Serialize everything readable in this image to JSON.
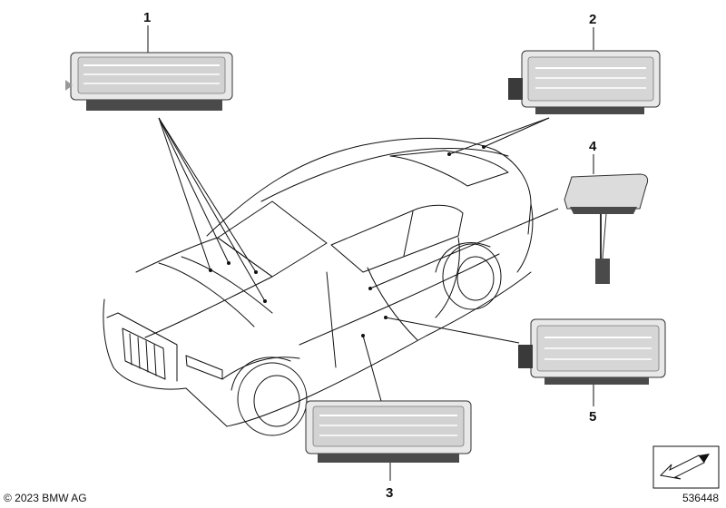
{
  "callouts": [
    "1",
    "2",
    "3",
    "4",
    "5"
  ],
  "copyright": "© 2023 BMW AG",
  "reference_number": "536448",
  "parts": [
    {
      "number": "1",
      "icon": "rectangular-interior-light-icon"
    },
    {
      "number": "2",
      "icon": "rectangular-light-with-connector-icon"
    },
    {
      "number": "3",
      "icon": "rectangular-door-light-icon"
    },
    {
      "number": "4",
      "icon": "angled-light-with-cable-icon"
    },
    {
      "number": "5",
      "icon": "rectangular-light-with-connector-icon"
    }
  ],
  "colors": {
    "line": "#111111",
    "part_fill": "#e4e4e4",
    "part_dark": "#4a4a4a"
  }
}
